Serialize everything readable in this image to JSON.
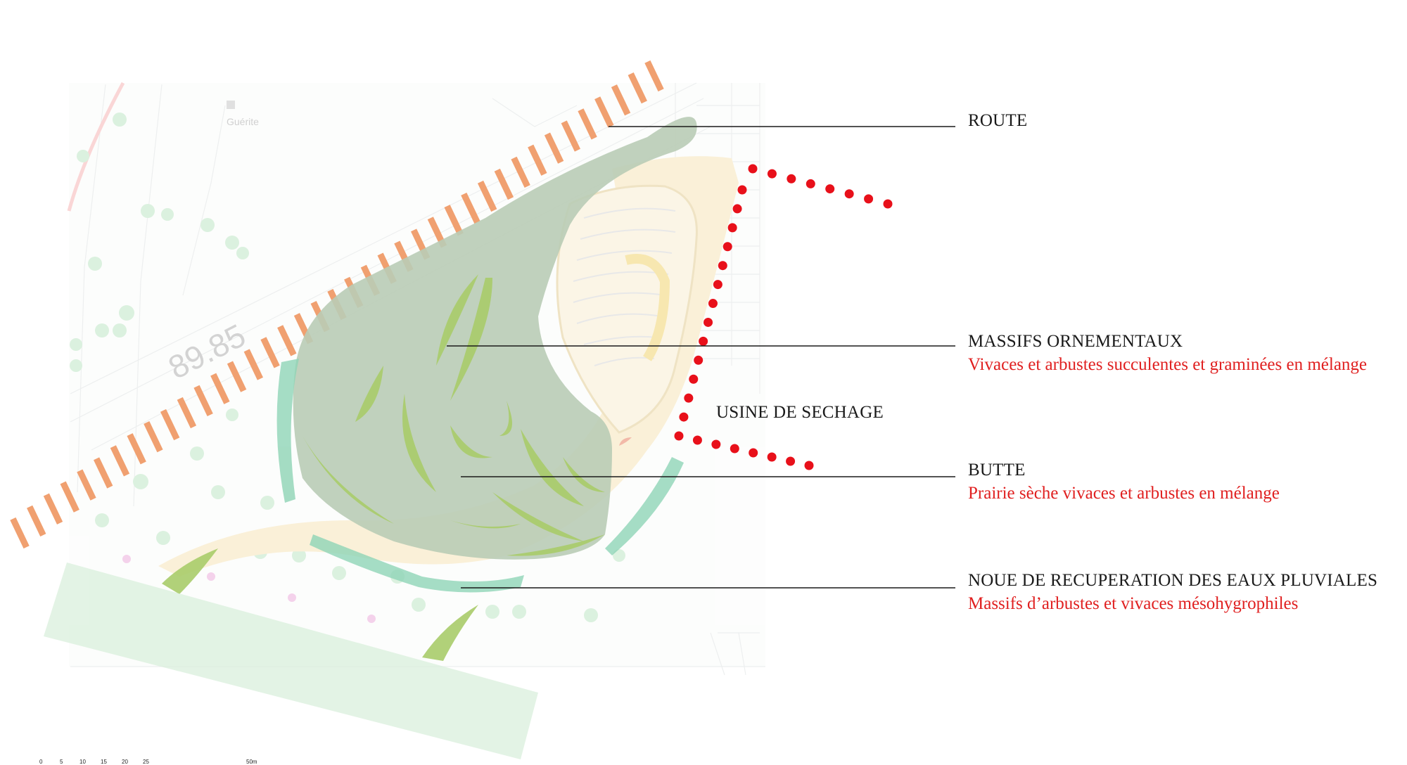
{
  "labels": {
    "route": {
      "title": "ROUTE"
    },
    "massifs": {
      "title": "MASSIFS ORNEMENTAUX",
      "subtitle": "Vivaces et arbustes succulentes et graminées en mélange"
    },
    "usine": {
      "title": "USINE DE SECHAGE"
    },
    "butte": {
      "title": "BUTTE",
      "subtitle": "Prairie sèche vivaces et arbustes en mélange"
    },
    "noue": {
      "title": "NOUE DE RECUPERATION DES EAUX PLUVIALES",
      "subtitle": "Massifs d’arbustes et vivaces mésohygrophiles"
    }
  },
  "basemap": {
    "guerite_label": "Guérite",
    "elevation_label": "89.85"
  },
  "scale_bar": {
    "ticks": [
      "0",
      "5",
      "10",
      "15",
      "20",
      "25",
      "50m"
    ]
  },
  "colors": {
    "route_hatch": "#f0a070",
    "butte_fill": "#b9ccb6",
    "massif_fill": "#a9cc6a",
    "noue_fill": "#8fd4b6",
    "path_fill": "#faf0d8",
    "usine_boundary": "#e8101a",
    "label_red": "#e02020"
  }
}
